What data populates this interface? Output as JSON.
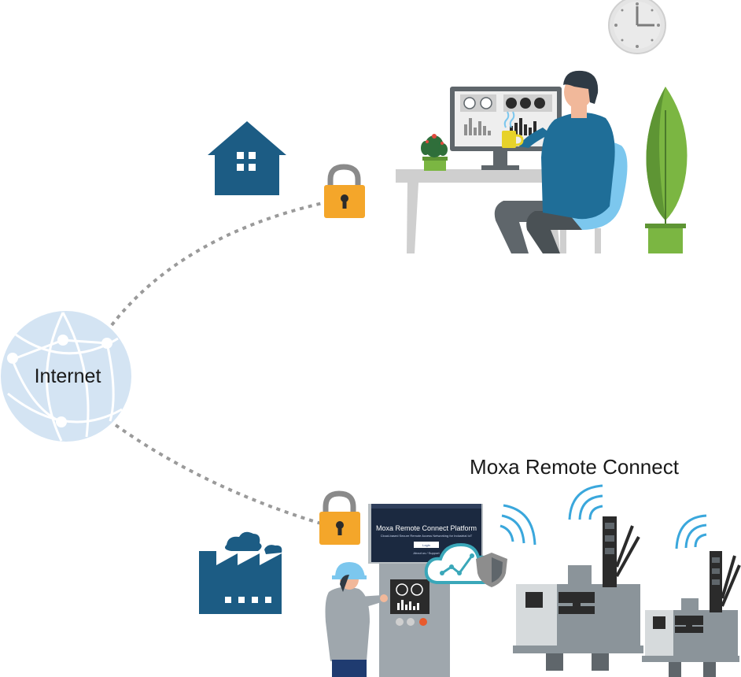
{
  "labels": {
    "internet": "Internet",
    "platform_title": "Moxa Remote Connect"
  },
  "screen": {
    "title": "Moxa Remote Connect Platform",
    "subtitle": "Cloud-based Secure Remote Access Networking for Industrial IoT",
    "login": "Login",
    "link": "About us / Support"
  },
  "colors": {
    "navy": "#1c5c84",
    "lock": "#f4a62a",
    "globe": "#d4e4f3",
    "gray": "#9fa7ad",
    "dark_gray": "#5f666b",
    "dashed_line": "#9a9a9a",
    "shirt": "#1f6e98",
    "chair": "#7cc7ee",
    "leaf": "#7bb642",
    "wifi": "#3aa7dc"
  },
  "icons": [
    "clock-icon",
    "house-icon",
    "padlock-icon",
    "globe-icon",
    "factory-icon",
    "cloud-icon",
    "shield-icon",
    "wifi-icon",
    "plant-icon",
    "cactus-icon",
    "coffee-cup-icon",
    "monitor-icon",
    "router-icon"
  ]
}
